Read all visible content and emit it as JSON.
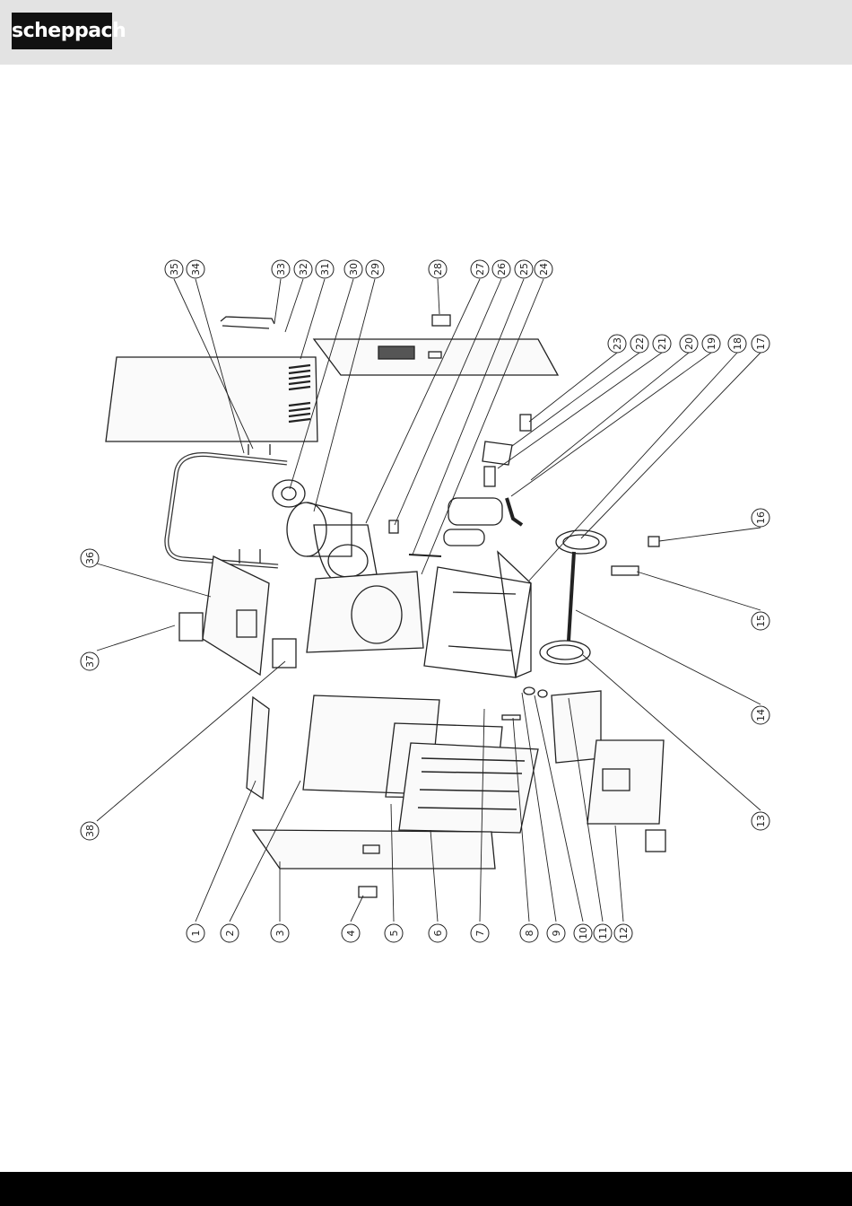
{
  "brand": {
    "logo_text": "scheppach"
  },
  "diagram": {
    "part_numbers": [
      "1",
      "2",
      "3",
      "4",
      "5",
      "6",
      "7",
      "8",
      "9",
      "10",
      "11",
      "12",
      "13",
      "14",
      "15",
      "16",
      "17",
      "18",
      "19",
      "20",
      "21",
      "22",
      "23",
      "24",
      "25",
      "26",
      "27",
      "28",
      "29",
      "30",
      "31",
      "32",
      "33",
      "34",
      "35",
      "36",
      "37",
      "38"
    ]
  }
}
